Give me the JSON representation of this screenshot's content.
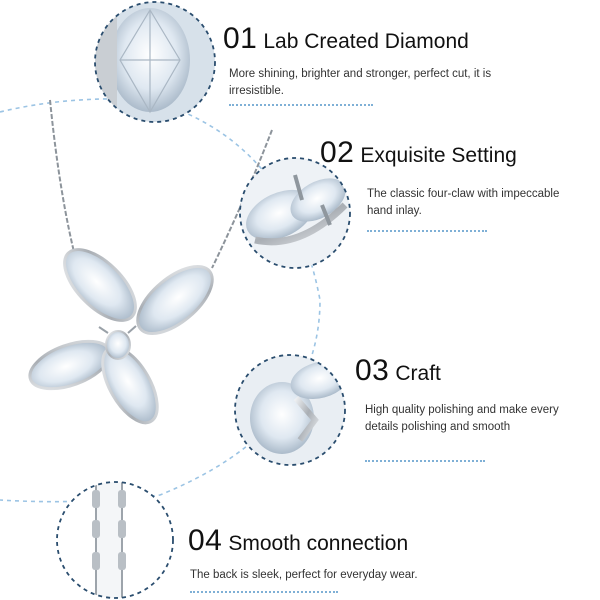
{
  "features": [
    {
      "number": "01",
      "title": "Lab Created Diamond",
      "description": "More shining, brighter and stronger, perfect cut, it is irresistible."
    },
    {
      "number": "02",
      "title": "Exquisite Setting",
      "description": "The classic four-claw with impeccable hand inlay."
    },
    {
      "number": "03",
      "title": "Craft",
      "description": "High quality polishing and make every details polishing and smooth"
    },
    {
      "number": "04",
      "title": "Smooth connection",
      "description": "The back is sleek, perfect for everyday wear."
    }
  ],
  "colors": {
    "accent_dots": "#7fb0d6",
    "circle_dash": "#2a4d6e",
    "large_arc": "#9cc4e4",
    "metal": "#b8bcc2",
    "stone": "#e9f1f9"
  },
  "icons": [
    "diamond-closeup",
    "claw-setting-closeup",
    "polish-closeup",
    "back-clasp-closeup",
    "butterfly-pendant"
  ]
}
